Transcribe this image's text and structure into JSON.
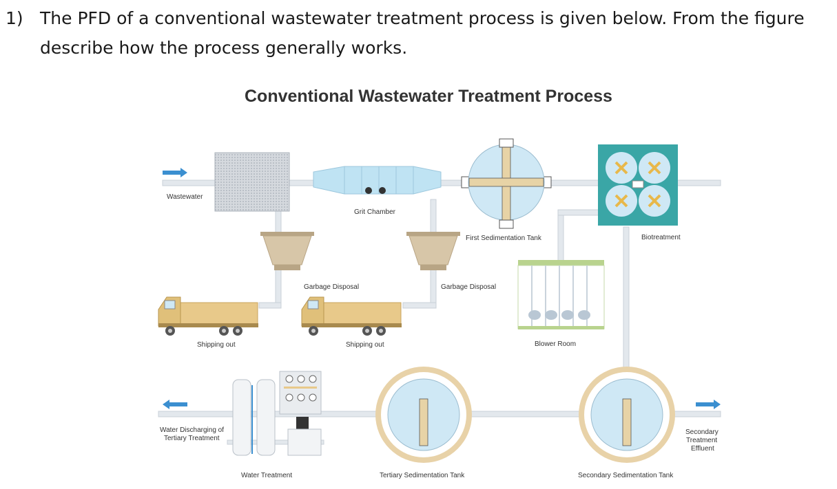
{
  "question": {
    "number": "1)",
    "line1": "The PFD of a conventional wastewater treatment process is given below. From the figure",
    "line2": "describe how the process generally works."
  },
  "diagram": {
    "title": "Conventional Wastewater Treatment Process",
    "labels": {
      "wastewater": "Wastewater",
      "grit_chamber": "Grit Chamber",
      "first_sedimentation_tank": "First Sedimentation Tank",
      "biotreatment": "Biotreatment",
      "garbage_disposal_1": "Garbage Disposal",
      "garbage_disposal_2": "Garbage Disposal",
      "shipping_out_1": "Shipping out",
      "shipping_out_2": "Shipping out",
      "blower_room": "Blower Room",
      "water_discharging_line1": "Water Discharging of",
      "water_discharging_line2": "Tertiary Treatment",
      "secondary_effluent_line1": "Secondary",
      "secondary_effluent_line2": "Treatment",
      "secondary_effluent_line3": "Effluent",
      "water_treatment": "Water Treatment",
      "tertiary_sedimentation_tank": "Tertiary Sedimentation Tank",
      "secondary_sedimentation_tank": "Secondary Sedimentation Tank"
    }
  },
  "colors": {
    "pipe": "#e3e8ed",
    "pipe_edge": "#c9d0d8",
    "flow_arrow": "#3b8fd0",
    "tank_water": "#cfe8f5",
    "tank_rim": "#e8d2a8",
    "bio_teal": "#3aa6a6",
    "truck_cargo": "#e8c98a",
    "hopper": "#d7c6a8"
  }
}
